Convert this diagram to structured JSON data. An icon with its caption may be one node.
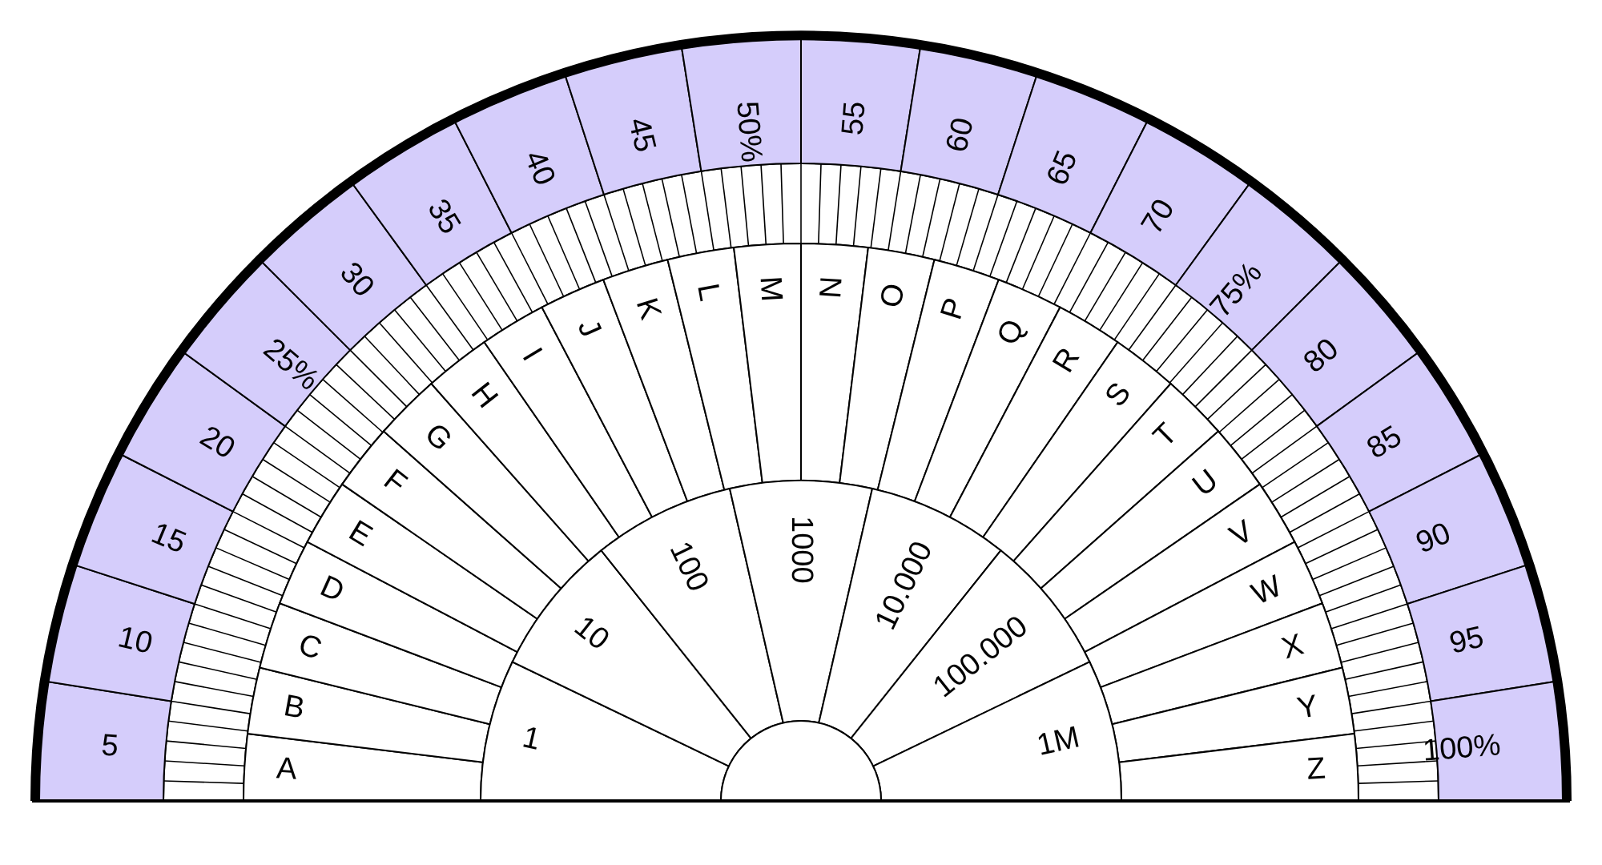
{
  "diagram": {
    "nodes": [
      {
        "text": [
          "5"
        ]
      },
      {
        "text": [
          "10"
        ]
      },
      {
        "text": [
          "15"
        ]
      },
      {
        "text": [
          "20"
        ]
      },
      {
        "text": [
          "25%"
        ]
      },
      {
        "text": [
          "30"
        ]
      },
      {
        "text": [
          "35"
        ]
      },
      {
        "text": [
          "40"
        ]
      },
      {
        "text": [
          "45"
        ]
      },
      {
        "text": [
          "50%"
        ]
      },
      {
        "text": [
          "55"
        ]
      },
      {
        "text": [
          "60"
        ]
      },
      {
        "text": [
          "65"
        ]
      },
      {
        "text": [
          "70"
        ]
      },
      {
        "text": [
          "75%"
        ]
      },
      {
        "text": [
          "80"
        ]
      },
      {
        "text": [
          "85"
        ]
      },
      {
        "text": [
          "90"
        ]
      },
      {
        "text": [
          "95"
        ]
      },
      {
        "text": [
          "100%"
        ]
      },
      {
        "text": [
          "A"
        ]
      },
      {
        "text": [
          "B"
        ]
      },
      {
        "text": [
          "C"
        ]
      },
      {
        "text": [
          "D"
        ]
      },
      {
        "text": [
          "E"
        ]
      },
      {
        "text": [
          "F"
        ]
      },
      {
        "text": [
          "G"
        ]
      },
      {
        "text": [
          "H"
        ]
      },
      {
        "text": [
          "I"
        ]
      },
      {
        "text": [
          "J"
        ]
      },
      {
        "text": [
          "K"
        ]
      },
      {
        "text": [
          "L"
        ]
      },
      {
        "text": [
          "M"
        ]
      },
      {
        "text": [
          "N"
        ]
      },
      {
        "text": [
          "O"
        ]
      },
      {
        "text": [
          "P"
        ]
      },
      {
        "text": [
          "Q"
        ]
      },
      {
        "text": [
          "R"
        ]
      },
      {
        "text": [
          "S"
        ]
      },
      {
        "text": [
          "T"
        ]
      },
      {
        "text": [
          "U"
        ]
      },
      {
        "text": [
          "V"
        ]
      },
      {
        "text": [
          "W"
        ]
      },
      {
        "text": [
          "X"
        ]
      },
      {
        "text": [
          "Y"
        ]
      },
      {
        "text": [
          "Z"
        ]
      },
      {
        "text": [
          "1"
        ]
      },
      {
        "text": [
          "10"
        ]
      },
      {
        "text": [
          "100"
        ]
      },
      {
        "text": [
          "1000"
        ]
      },
      {
        "text": [
          "10.000"
        ]
      },
      {
        "text": [
          "100.000"
        ]
      },
      {
        "text": [
          "1M"
        ]
      }
    ]
  }
}
